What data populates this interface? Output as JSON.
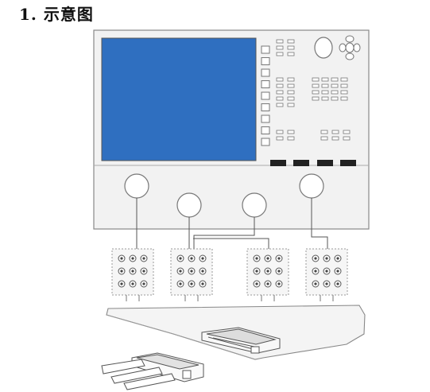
{
  "title": "1. 示意图",
  "colors": {
    "panel": "#f2f2f2",
    "outline": "#888888",
    "screen": "#2f6fc0",
    "key": "#222222",
    "wire": "#555555",
    "pin_fill": "#444444",
    "board": "#f4f4f4"
  },
  "diagram": {
    "instrument": {
      "display": "screen",
      "soft_key_rows": 9,
      "front_ports": 4
    },
    "port_blocks": 4,
    "pins_per_block": 9,
    "board_connector": "connector"
  }
}
